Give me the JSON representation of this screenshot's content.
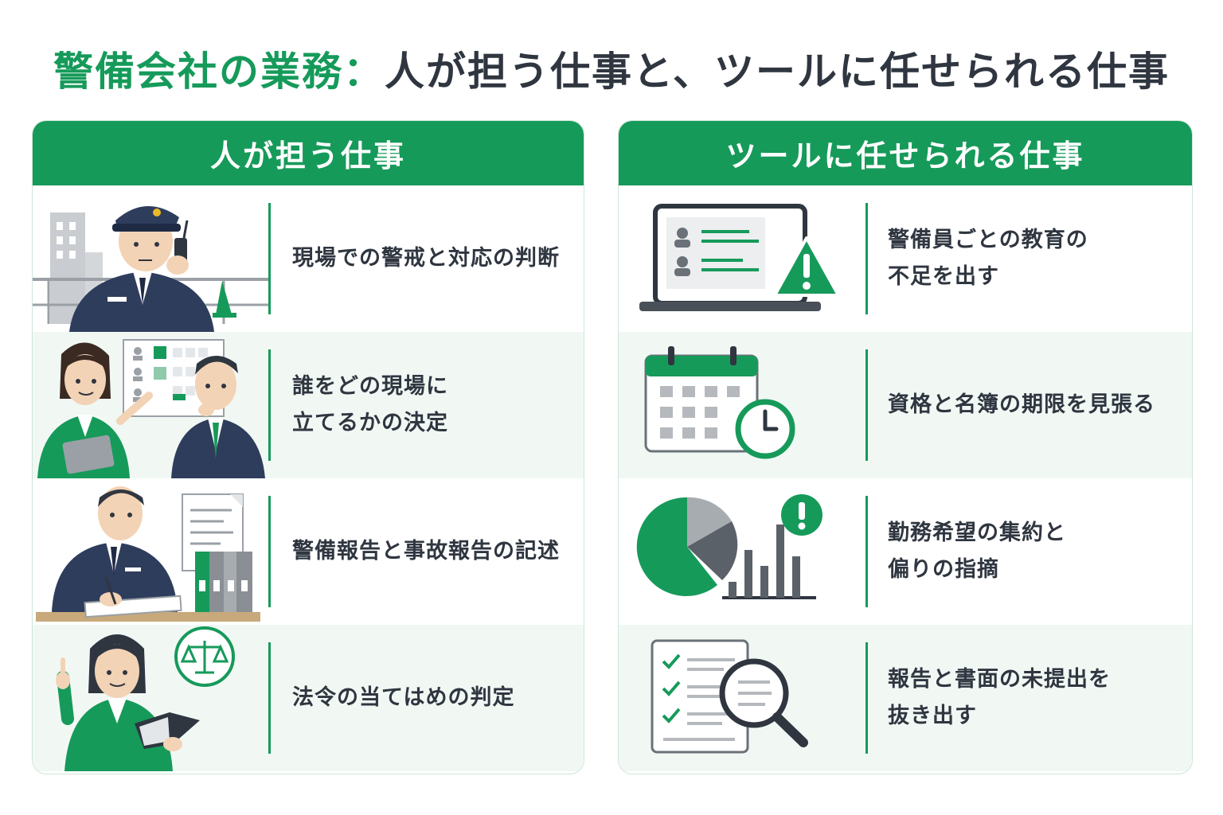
{
  "title": {
    "accent": "警備会社の業務：",
    "rest": "人が担う仕事と、ツールに任せられる仕事"
  },
  "left_panel": {
    "header": "人が担う仕事",
    "items": [
      {
        "text": "現場での警戒と対応の判断",
        "icon": "guard-with-radio"
      },
      {
        "text": "誰をどの現場に\n立てるかの決定",
        "icon": "staff-discussing-schedule"
      },
      {
        "text": "警備報告と事故報告の記述",
        "icon": "guard-writing-report"
      },
      {
        "text": "法令の当てはめの判定",
        "icon": "person-with-law-book"
      }
    ]
  },
  "right_panel": {
    "header": "ツールに任せられる仕事",
    "items": [
      {
        "text": "警備員ごとの教育の\n不足を出す",
        "icon": "laptop-warning-icon"
      },
      {
        "text": "資格と名簿の期限を見張る",
        "icon": "calendar-clock-icon"
      },
      {
        "text": "勤務希望の集約と\n偏りの指摘",
        "icon": "pie-bar-chart-icon"
      },
      {
        "text": "報告と書面の未提出を\n抜き出す",
        "icon": "checklist-magnifier-icon"
      }
    ]
  },
  "colors": {
    "accent": "#169a5a",
    "navy": "#2e3d5c",
    "text": "#2f3640",
    "row_alt": "#f1f8f4"
  }
}
